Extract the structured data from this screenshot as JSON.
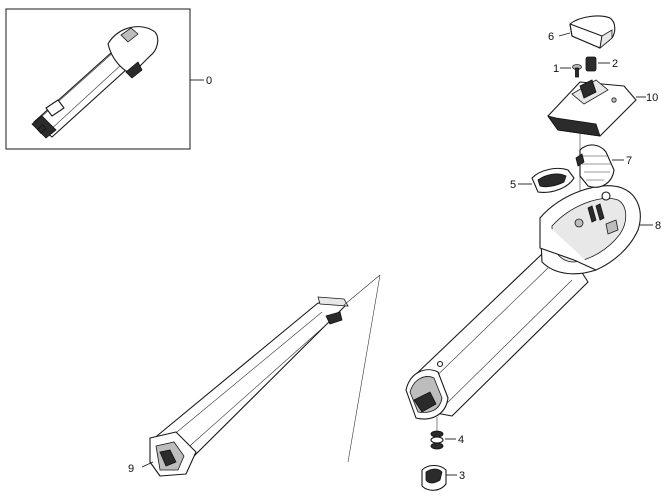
{
  "callouts": [
    {
      "id": "c0",
      "label": "0"
    },
    {
      "id": "c1",
      "label": "1"
    },
    {
      "id": "c2",
      "label": "2"
    },
    {
      "id": "c3",
      "label": "3"
    },
    {
      "id": "c4",
      "label": "4"
    },
    {
      "id": "c5",
      "label": "5"
    },
    {
      "id": "c6",
      "label": "6"
    },
    {
      "id": "c7",
      "label": "7"
    },
    {
      "id": "c8",
      "label": "8"
    },
    {
      "id": "c9",
      "label": "9"
    },
    {
      "id": "c10",
      "label": "10"
    }
  ],
  "parts": {
    "assembly": {
      "icon": "handle-assembly-icon"
    },
    "screw": {
      "icon": "screw-icon"
    },
    "spring_top": {
      "icon": "spring-icon"
    },
    "latch_button": {
      "icon": "latch-button-icon"
    },
    "spring_bottom": {
      "icon": "spring-icon"
    },
    "release_button": {
      "icon": "release-button-icon"
    },
    "end_cap": {
      "icon": "end-cap-icon"
    },
    "wire_harness": {
      "icon": "wire-harness-icon"
    },
    "handle_body": {
      "icon": "handle-body-icon"
    },
    "extension_tube": {
      "icon": "extension-tube-icon"
    },
    "switch_cover": {
      "icon": "switch-cover-icon"
    }
  }
}
